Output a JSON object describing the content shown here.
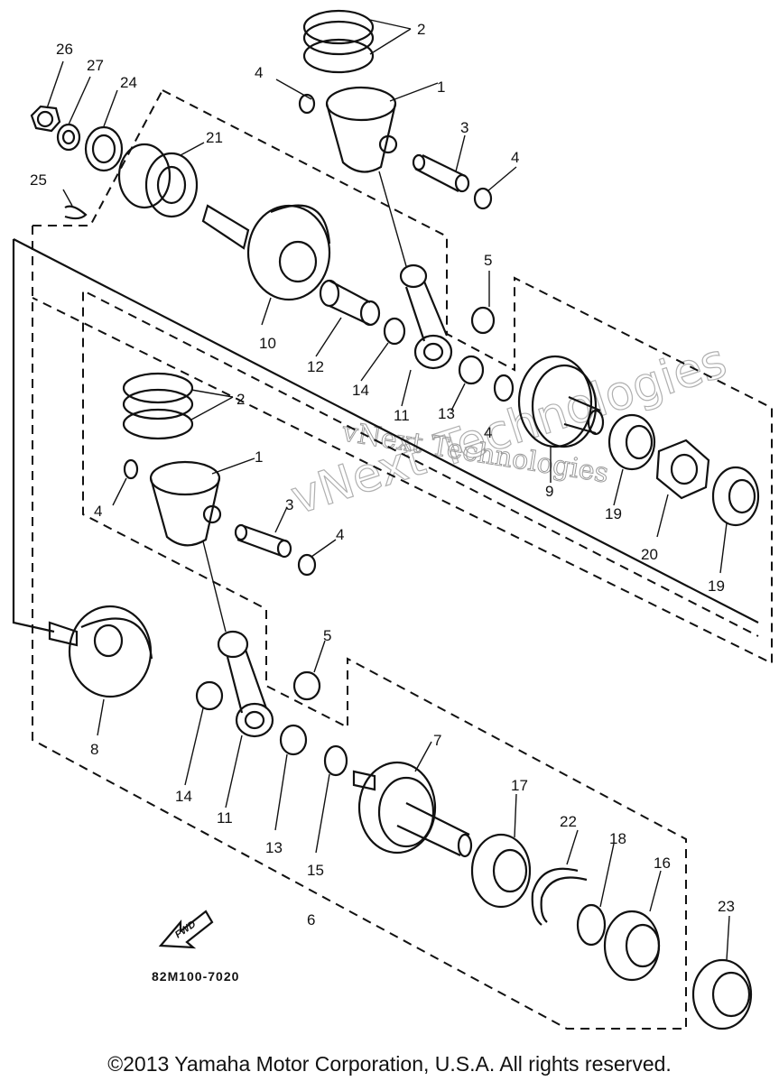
{
  "diagram": {
    "part_code": "82M100-7020",
    "fwd_label": "FWD",
    "watermark_top": "vNext Technologies",
    "watermark_big": "vNext Technologies",
    "copyright": "©2013 Yamaha Motor Corporation, U.S.A. All rights reserved.",
    "callouts": [
      {
        "id": "c2a",
        "text": "2"
      },
      {
        "id": "c26",
        "text": "26"
      },
      {
        "id": "c27",
        "text": "27"
      },
      {
        "id": "c24",
        "text": "24"
      },
      {
        "id": "c4a",
        "text": "4"
      },
      {
        "id": "c1a",
        "text": "1"
      },
      {
        "id": "c3a",
        "text": "3"
      },
      {
        "id": "c4b",
        "text": "4"
      },
      {
        "id": "c21",
        "text": "21"
      },
      {
        "id": "c25",
        "text": "25"
      },
      {
        "id": "c5a",
        "text": "5"
      },
      {
        "id": "c10",
        "text": "10"
      },
      {
        "id": "c12",
        "text": "12"
      },
      {
        "id": "c14a",
        "text": "14"
      },
      {
        "id": "c11a",
        "text": "11"
      },
      {
        "id": "c13a",
        "text": "13"
      },
      {
        "id": "c4c",
        "text": "4"
      },
      {
        "id": "c9",
        "text": "9"
      },
      {
        "id": "c19a",
        "text": "19"
      },
      {
        "id": "c20",
        "text": "20"
      },
      {
        "id": "c19b",
        "text": "19"
      },
      {
        "id": "c2b",
        "text": "2"
      },
      {
        "id": "c1b",
        "text": "1"
      },
      {
        "id": "c4d",
        "text": "4"
      },
      {
        "id": "c3b",
        "text": "3"
      },
      {
        "id": "c4e",
        "text": "4"
      },
      {
        "id": "c5b",
        "text": "5"
      },
      {
        "id": "c8",
        "text": "8"
      },
      {
        "id": "c14b",
        "text": "14"
      },
      {
        "id": "c11b",
        "text": "11"
      },
      {
        "id": "c13b",
        "text": "13"
      },
      {
        "id": "c15",
        "text": "15"
      },
      {
        "id": "c7",
        "text": "7"
      },
      {
        "id": "c17",
        "text": "17"
      },
      {
        "id": "c22",
        "text": "22"
      },
      {
        "id": "c18",
        "text": "18"
      },
      {
        "id": "c16",
        "text": "16"
      },
      {
        "id": "c23",
        "text": "23"
      },
      {
        "id": "c6",
        "text": "6"
      }
    ]
  }
}
